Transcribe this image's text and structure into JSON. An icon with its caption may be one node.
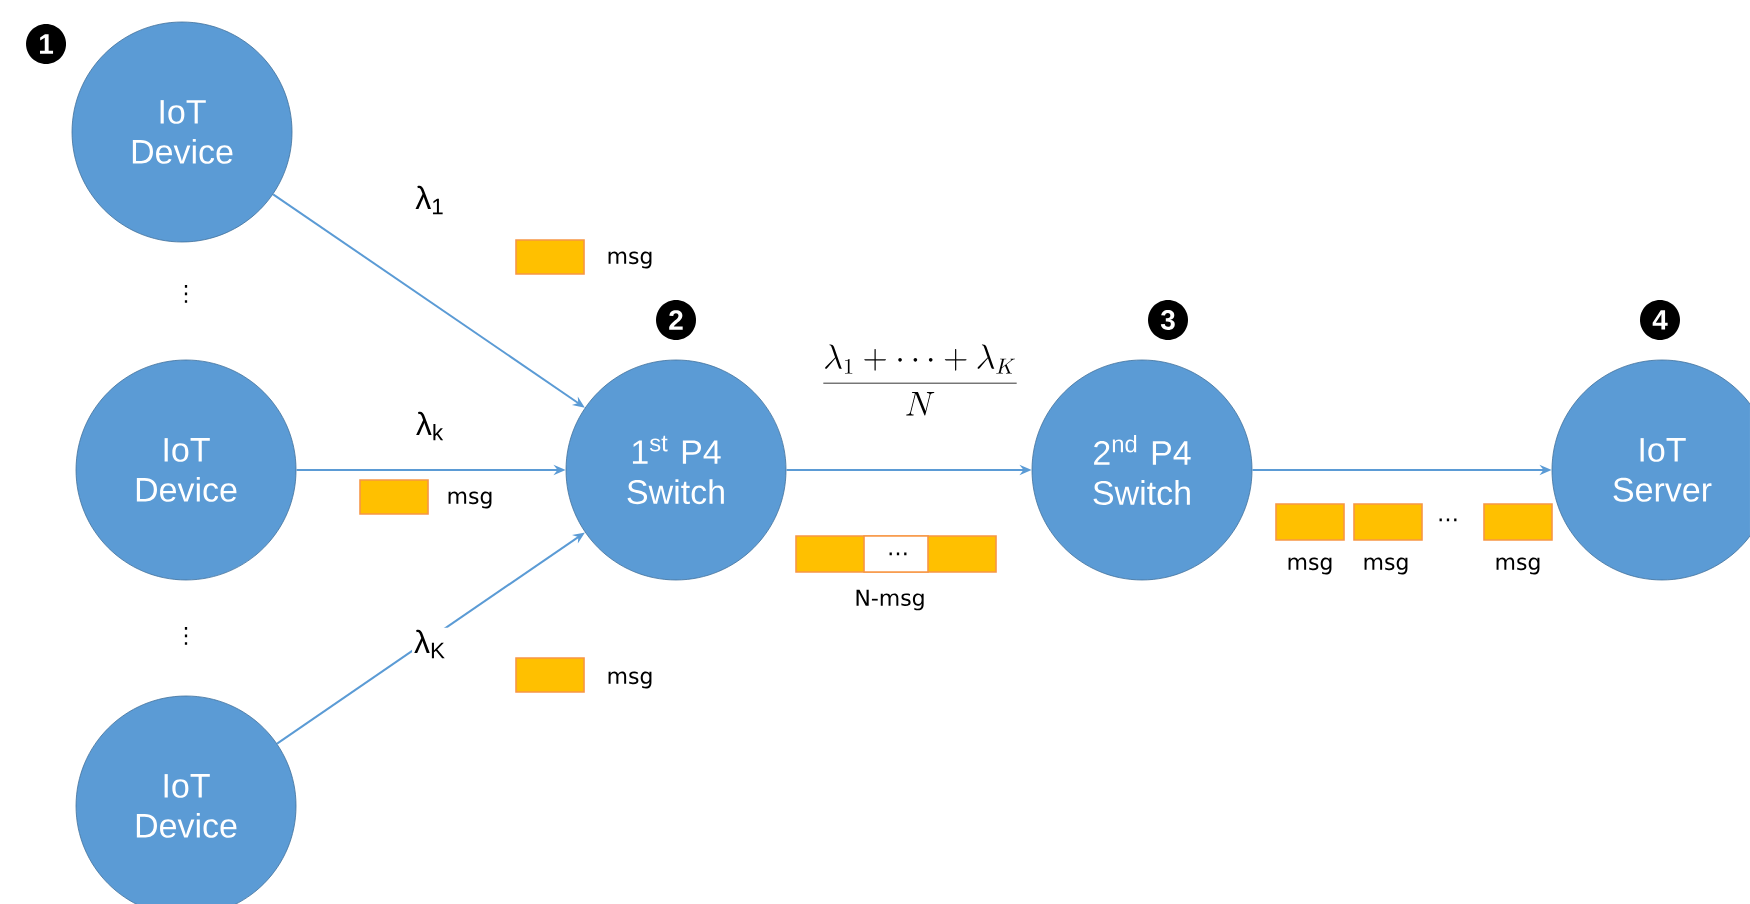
{
  "diagram": {
    "nodes": [
      {
        "text": [
          "IoT Device"
        ],
        "beside": [
          "1"
        ]
      },
      {
        "text": [
          "IoT Device"
        ]
      },
      {
        "text": [
          "IoT Device"
        ]
      },
      {
        "text": [
          "1$^{st}$ P4 Switch"
        ],
        "beside": [
          "2"
        ]
      },
      {
        "text": [
          "2$^{nd}$ P4 Switch"
        ],
        "beside": [
          "3"
        ]
      },
      {
        "text": [
          "IoT Server"
        ],
        "beside": [
          "4"
        ]
      }
    ],
    "edges": [
      {
        "from": 0,
        "to": 3,
        "arrow": "to",
        "label": "λ$_{1}$"
      },
      {
        "from": 1,
        "to": 3,
        "arrow": "to",
        "label": "λ$_{k}$"
      },
      {
        "from": 2,
        "to": 3,
        "arrow": "to",
        "label": "λ$_{K}$"
      },
      {
        "from": 3,
        "to": 4,
        "arrow": "to",
        "label": "\\frac{\\lambda_1+\\cdots+\\lambda_K}{N}"
      },
      {
        "from": 4,
        "to": 5,
        "arrow": "to"
      }
    ],
    "labels": [
      "msg",
      "⋮",
      "msg",
      "…",
      "N-msg",
      "…",
      "msg",
      "msg",
      "msg",
      "⋮",
      "msg"
    ]
  }
}
